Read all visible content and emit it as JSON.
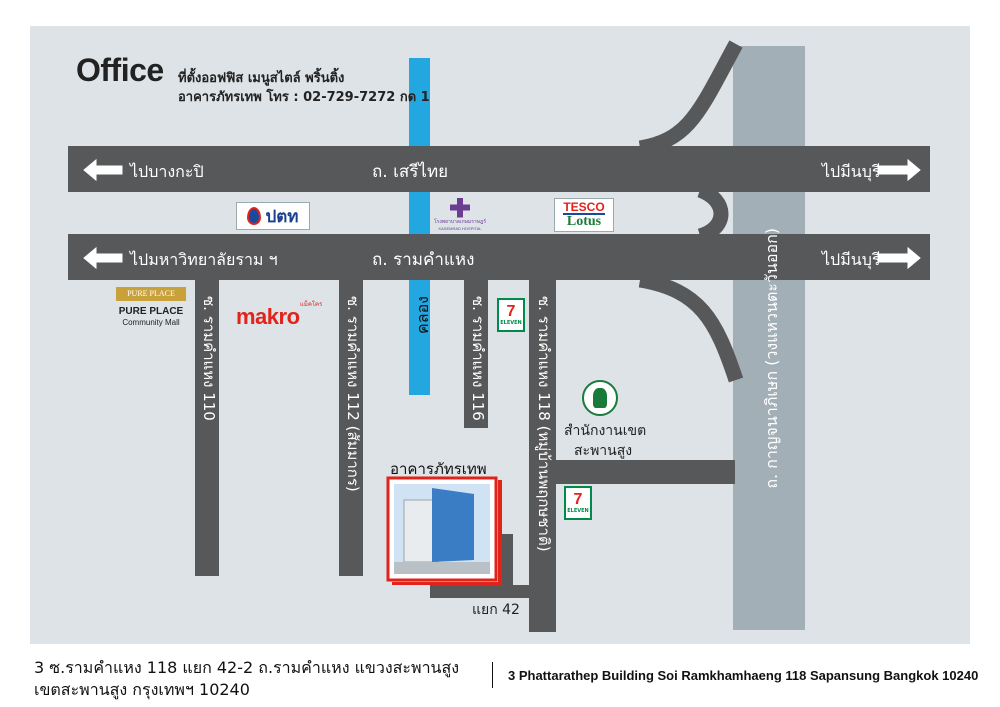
{
  "header": {
    "title": "Office",
    "subtitle_line1": "ที่ตั้งออฟฟิส เมนูสไตล์ พริ้นติ้ง",
    "subtitle_line2": "อาคารภัทรเทพ โทร : 02-729-7272 กด 1"
  },
  "roads": {
    "seri_thai": "ถ. เสรีไทย",
    "ramkhamhaeng": "ถ. รามคำแหง",
    "to_bangkapi": "ไปบางกะปิ",
    "to_university": "ไปมหาวิทยาลัยราม ฯ",
    "to_minburi_top": "ไปมีนบุรี",
    "to_minburi_bottom": "ไปมีนบุรี",
    "soi_110": "ซ. รามคำแหง 110",
    "soi_112": "ซ. รามคำแหง 112 (สัมมากร)",
    "soi_116": "ซ. รามคำแหง 116",
    "soi_118": "ซ. รามคำแหง 118 (หมู่บ้านพฤกษชาติ)",
    "canal": "คลอง",
    "outer_ring": "ถ. กาญจนาภิเษก (วงแหวนตะวันออก)",
    "alley_42": "แยก 42"
  },
  "landmarks": {
    "ptt": "ปตท",
    "kasemrad_th": "โรงพยาบาลเกษมราษฎร์",
    "kasemrad_en": "KASEMRAD HOSPITAL",
    "tesco": "TESCO",
    "lotus": "Lotus",
    "pure_place_logo": "PURE PLACE",
    "pure_place_name": "PURE PLACE",
    "pure_place_sub": "Community Mall",
    "makro": "makro",
    "makro_small": "แม็คโคร",
    "seven_eleven": "ELEVEN",
    "district_office_1": "สำนักงานเขต",
    "district_office_2": "สะพานสูง",
    "building": "อาคารภัทรเทพ"
  },
  "footer": {
    "thai_line1": "3 ซ.รามคำแหง 118 แยก 42-2 ถ.รามคำแหง แขวงสะพานสูง",
    "thai_line2": "เขตสะพานสูง กรุงเทพฯ 10240",
    "english": "3 Phattarathep Building Soi Ramkhamhaeng 118 Sapansung Bangkok 10240"
  },
  "colors": {
    "background": "#dde3e7",
    "road": "#57585a",
    "ring_road": "#a3afb7",
    "canal": "#23a7e0",
    "makro_red": "#e2231a",
    "seven_green": "#008a4b",
    "seven_orange": "#f47a20"
  }
}
